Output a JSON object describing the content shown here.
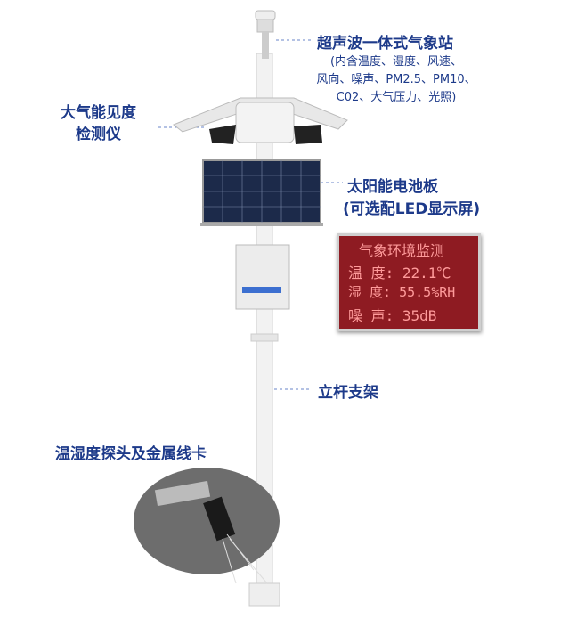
{
  "labels": {
    "weather_station_title": "超声波一体式气象站",
    "weather_station_detail": [
      "(内含温度、湿度、风速、",
      "风向、噪声、PM2.5、PM10、",
      "C02、大气压力、光照)"
    ],
    "visibility_meter": [
      "大气能见度",
      "检测仪"
    ],
    "solar_panel": "太阳能电池板",
    "led_option": "(可选配LED显示屏)",
    "pole": "立杆支架",
    "probe": "温湿度探头及金属线卡"
  },
  "led_display": {
    "title": "气象环境监测",
    "row1": "温  度: 22.1℃",
    "row2": "湿  度: 55.5%RH",
    "row3": "噪  声: 35dB"
  },
  "colors": {
    "label": "#1d3a8a",
    "led_bg": "#8e1b22"
  }
}
